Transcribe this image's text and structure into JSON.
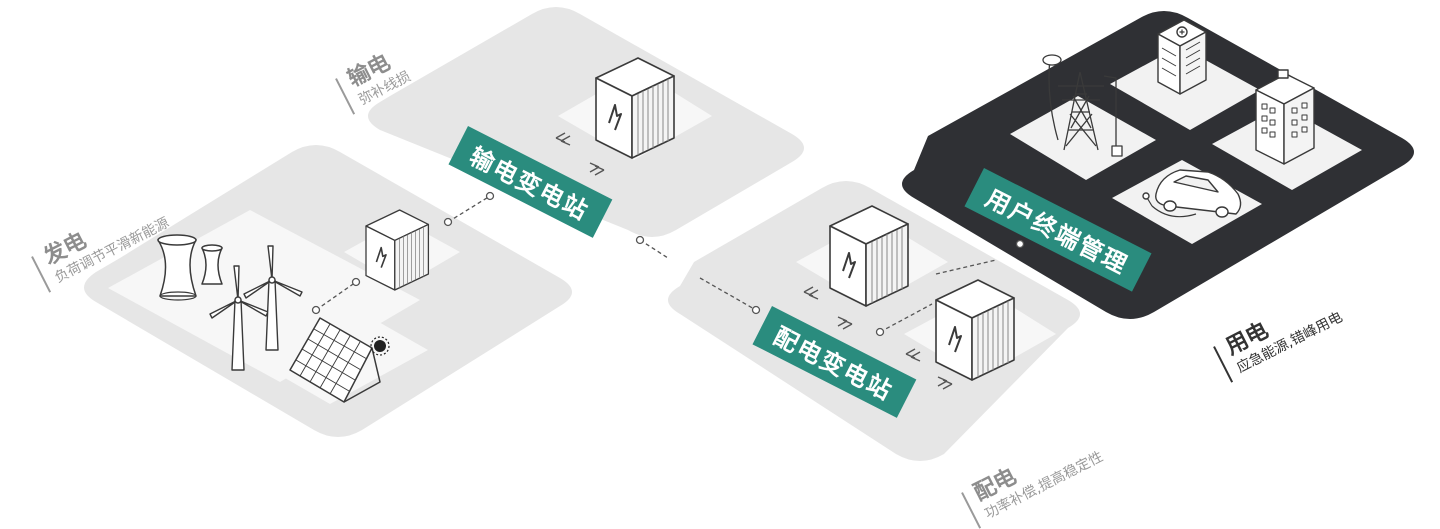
{
  "colors": {
    "accent": "#2a8c7e",
    "platform_light": "#e6e6e6",
    "platform_dark": "#2f3034",
    "tile": "#f7f7f7",
    "line": "#555555"
  },
  "sections": {
    "generation": {
      "title": "发电",
      "subtitle": "负荷调节平滑新能源"
    },
    "transmission": {
      "title": "输电",
      "subtitle": "弥补线损",
      "station": "输电变电站"
    },
    "distribution": {
      "title": "配电",
      "subtitle": "功率补偿,提高稳定性",
      "station": "配电变电站"
    },
    "consumption": {
      "title": "用电",
      "subtitle": "应急能源,错峰用电",
      "station": "用户终端管理"
    }
  },
  "icons": {
    "cooling_tower": "cooling-tower-icon",
    "wind_turbine": "wind-turbine-icon",
    "solar_panel": "solar-panel-icon",
    "storage_cabinet": "storage-cabinet-icon",
    "hospital": "hospital-icon",
    "office": "office-building-icon",
    "pylon": "power-pylon-icon",
    "electric_car": "electric-car-icon",
    "sun": "sun-icon"
  }
}
